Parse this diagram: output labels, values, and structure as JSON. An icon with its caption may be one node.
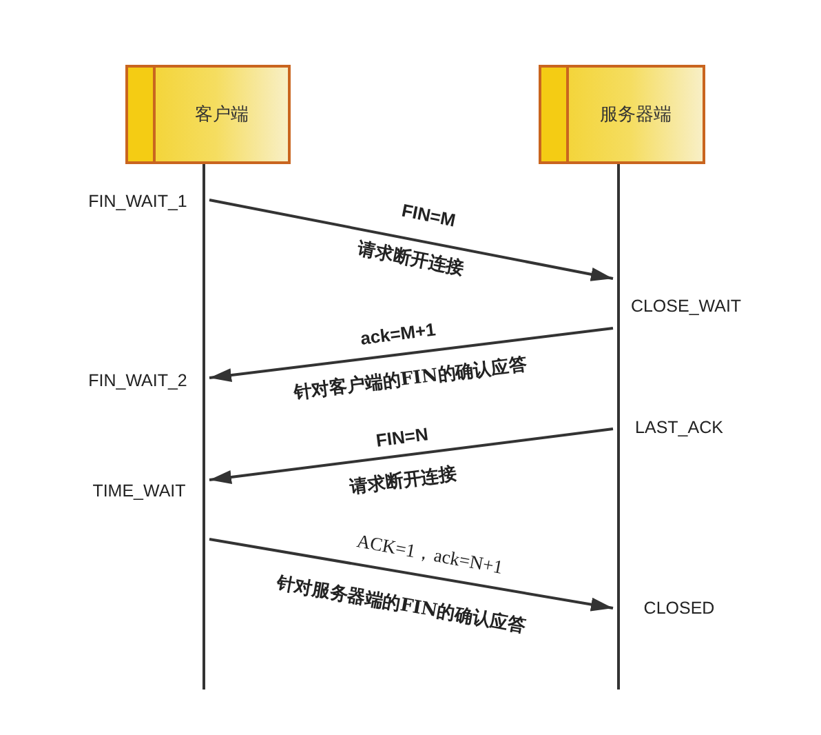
{
  "diagram": {
    "nodes": [
      {
        "text": [
          "客户端"
        ]
      },
      {
        "text": [
          "服务器端"
        ]
      },
      {
        "text": [],
        "shape": "line",
        "beside": [
          "FIN_WAIT_1",
          "FIN_WAIT_2",
          "TIME_WAIT"
        ]
      },
      {
        "text": [],
        "shape": "line",
        "beside": [
          "CLOSE_WAIT",
          "LAST_ACK",
          "CLOSED"
        ]
      }
    ],
    "edges": [
      {
        "from": 2,
        "to": 3,
        "arrow": "to",
        "label": "FIN=M"
      },
      {
        "from": 3,
        "to": 2,
        "arrow": "to",
        "label": "ack=M+1"
      },
      {
        "from": 3,
        "to": 2,
        "arrow": "to",
        "label": "FIN=N"
      },
      {
        "from": 2,
        "to": 3,
        "arrow": "to",
        "label": "ACK=1，ack=N+1"
      }
    ],
    "labels": [
      "请求断开连接",
      "针对客户端的FIN的确认应答",
      "请求断开连接",
      "针对服务器端的FIN的确认应答"
    ]
  }
}
